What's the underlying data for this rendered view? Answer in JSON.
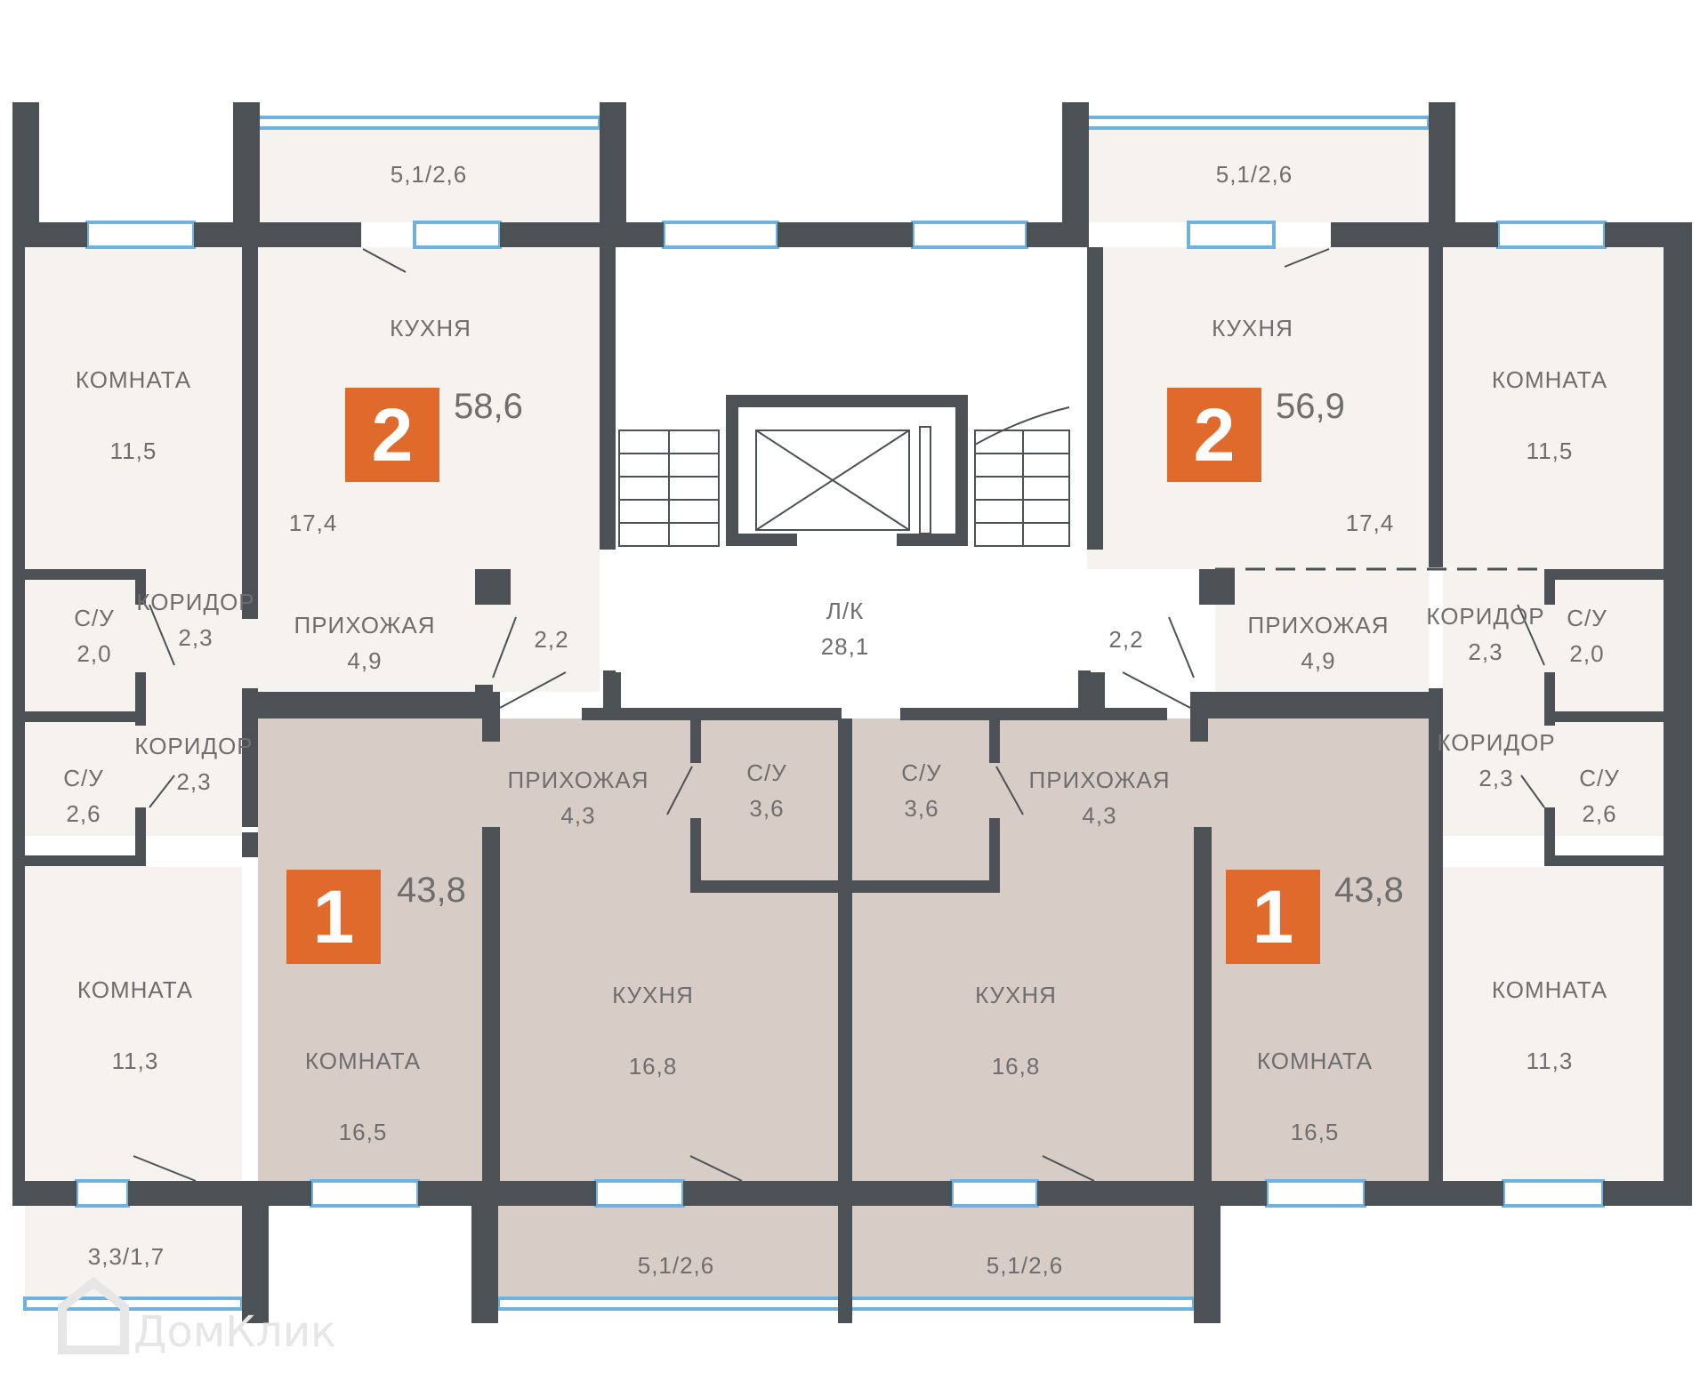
{
  "colors": {
    "wall": "#4b5154",
    "room_light": "#f6f2ee",
    "room_dark": "#d8ccc6",
    "accent": "#e06a2c",
    "window": "#6fb1df"
  },
  "watermark": "ДомКлик",
  "apartments": [
    {
      "rooms": "2",
      "area": "58,6"
    },
    {
      "rooms": "2",
      "area": "56,9"
    },
    {
      "rooms": "1",
      "area": "43,8"
    },
    {
      "rooms": "1",
      "area": "43,8"
    }
  ],
  "rooms": [
    {
      "name": "",
      "area": "5,1/2,6"
    },
    {
      "name": "",
      "area": "5,1/2,6"
    },
    {
      "name": "КУХНЯ",
      "area": "17,4"
    },
    {
      "name": "КУХНЯ",
      "area": "17,4"
    },
    {
      "name": "КОМНАТА",
      "area": "11,5"
    },
    {
      "name": "КОМНАТА",
      "area": "11,5"
    },
    {
      "name": "Л/К",
      "area": "28,1"
    },
    {
      "name": "ПРИХОЖАЯ",
      "area": "4,9"
    },
    {
      "name": "ПРИХОЖАЯ",
      "area": "4,9"
    },
    {
      "name": "",
      "area": "2,2"
    },
    {
      "name": "",
      "area": "2,2"
    },
    {
      "name": "КОРИДОР",
      "area": "2,3"
    },
    {
      "name": "КОРИДОР",
      "area": "2,3"
    },
    {
      "name": "КОРИДОР",
      "area": "2,3"
    },
    {
      "name": "КОРИДОР",
      "area": "2,3"
    },
    {
      "name": "С/У",
      "area": "2,0"
    },
    {
      "name": "С/У",
      "area": "2,0"
    },
    {
      "name": "С/У",
      "area": "2,6"
    },
    {
      "name": "С/У",
      "area": "2,6"
    },
    {
      "name": "ПРИХОЖАЯ",
      "area": "4,3"
    },
    {
      "name": "ПРИХОЖАЯ",
      "area": "4,3"
    },
    {
      "name": "С/У",
      "area": "3,6"
    },
    {
      "name": "С/У",
      "area": "3,6"
    },
    {
      "name": "КОМНАТА",
      "area": "11,3"
    },
    {
      "name": "КОМНАТА",
      "area": "11,3"
    },
    {
      "name": "КОМНАТА",
      "area": "16,5"
    },
    {
      "name": "КОМНАТА",
      "area": "16,5"
    },
    {
      "name": "КУХНЯ",
      "area": "16,8"
    },
    {
      "name": "КУХНЯ",
      "area": "16,8"
    },
    {
      "name": "",
      "area": "5,1/2,6"
    },
    {
      "name": "",
      "area": "5,1/2,6"
    },
    {
      "name": "",
      "area": "3,3/1,7"
    }
  ]
}
